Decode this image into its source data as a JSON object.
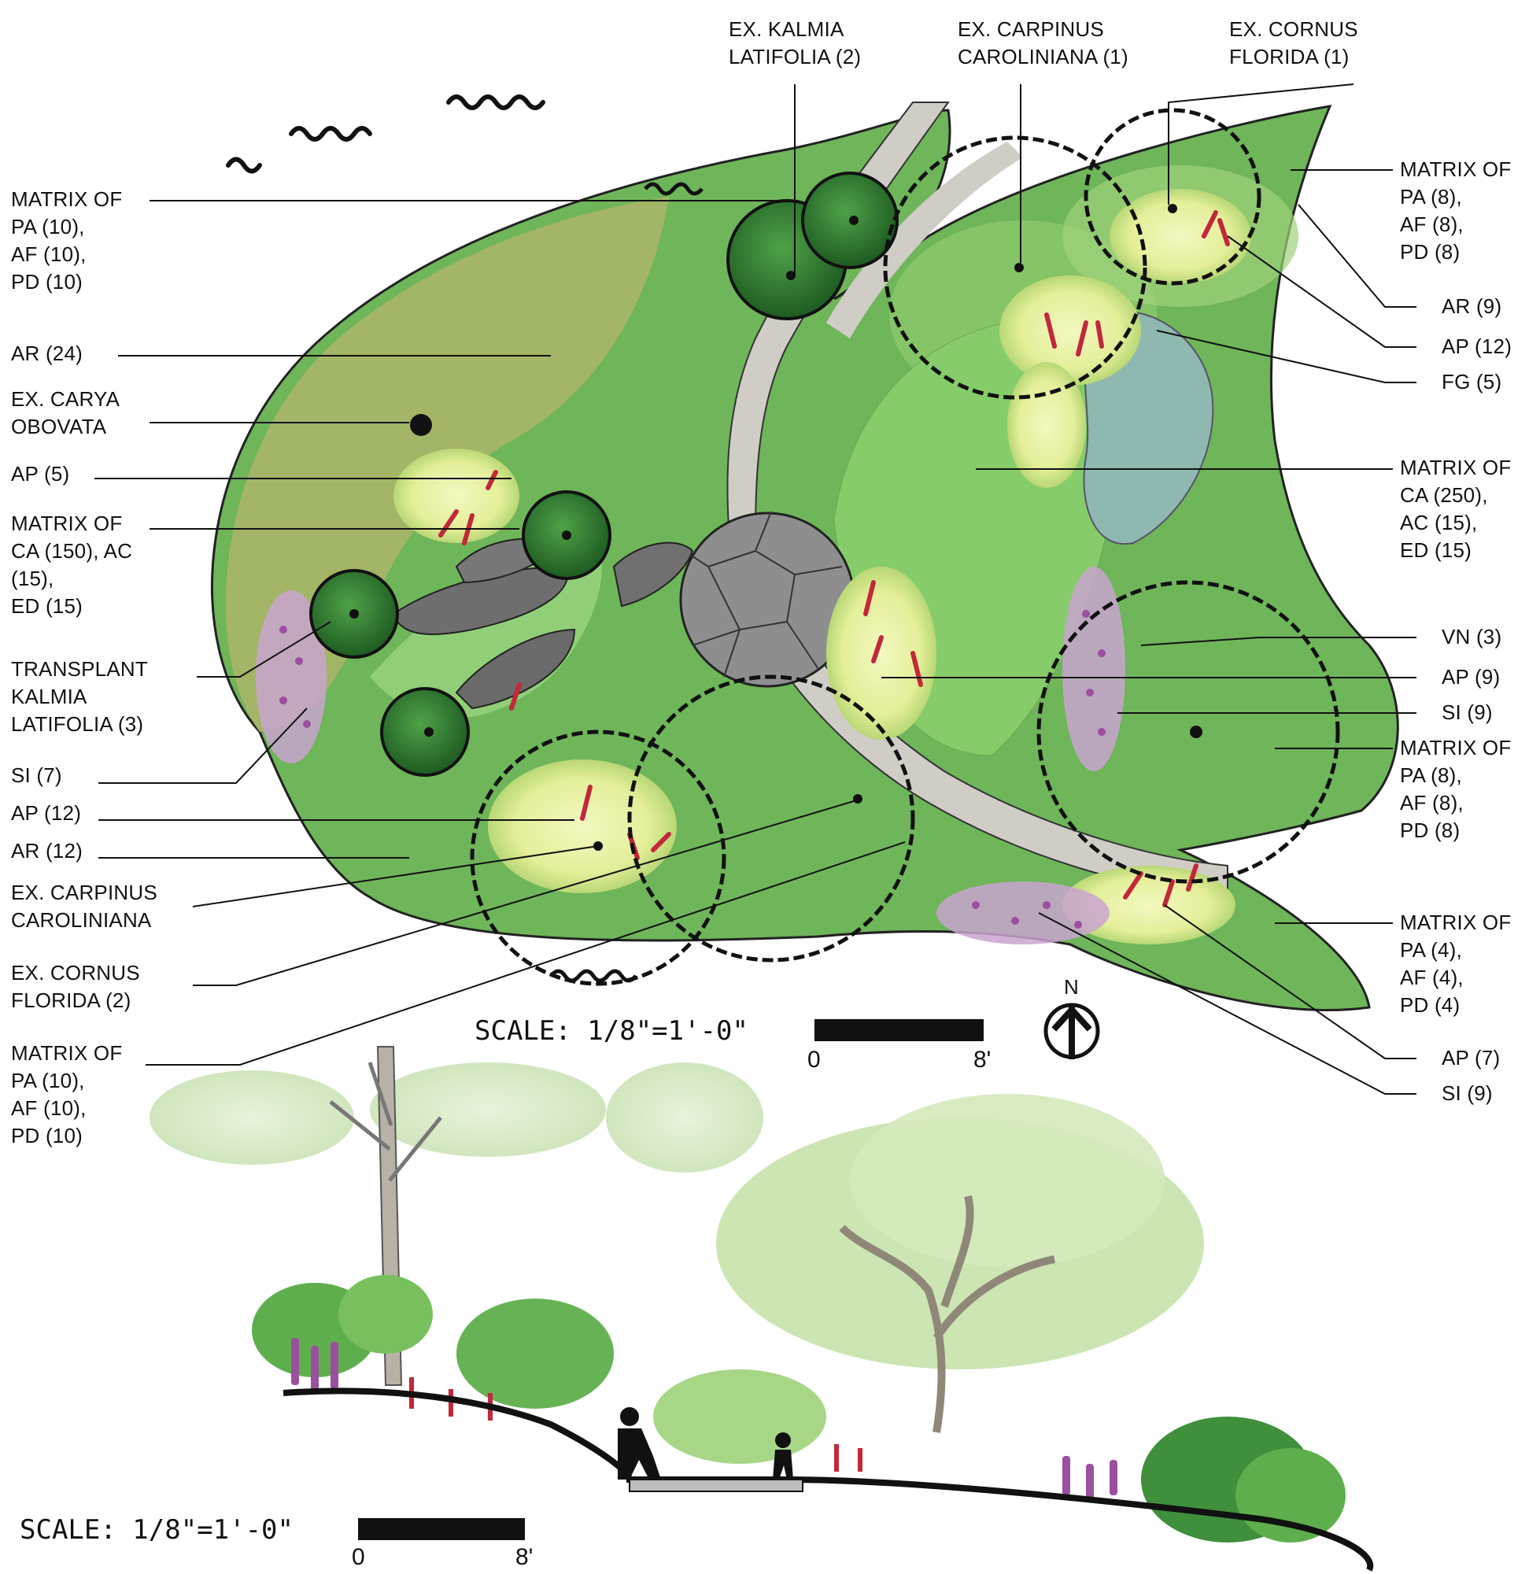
{
  "colors": {
    "ink": "#111111",
    "pale_green": "#cfe6a8",
    "light_green": "#9fd27a",
    "mid_green": "#5fae4e",
    "dark_green": "#2f7d32",
    "deep_green": "#1f5a24",
    "olive": "#a8b564",
    "lawn": "#86cc6a",
    "path": "#cfcdc6",
    "stone": "#8e8e8e",
    "water": "#8fb8b0",
    "purple": "#9b4f9e",
    "red": "#c2283a",
    "yellow_green": "#e4ef9a"
  },
  "labels_left": [
    {
      "text": "MATRIX OF\nPA (10),\nAF (10),\nPD (10)"
    },
    {
      "text": "AR (24)"
    },
    {
      "text": "EX. CARYA\nOBOVATA"
    },
    {
      "text": "AP (5)"
    },
    {
      "text": "MATRIX OF\nCA (150), AC\n(15),\nED (15)"
    },
    {
      "text": "TRANSPLANT\nKALMIA\nLATIFOLIA (3)"
    },
    {
      "text": "SI (7)"
    },
    {
      "text": "AP (12)"
    },
    {
      "text": "AR (12)"
    },
    {
      "text": "EX. CARPINUS\nCAROLINIANA"
    },
    {
      "text": "EX. CORNUS\nFLORIDA (2)"
    },
    {
      "text": "MATRIX OF\nPA (10),\nAF (10),\nPD (10)"
    }
  ],
  "labels_top": [
    {
      "text": "EX. KALMIA\nLATIFOLIA (2)"
    },
    {
      "text": "EX. CARPINUS\nCAROLINIANA (1)"
    },
    {
      "text": "EX. CORNUS\nFLORIDA (1)"
    }
  ],
  "labels_right": [
    {
      "text": "MATRIX OF\nPA (8),\nAF (8),\nPD (8)"
    },
    {
      "text": "AR (9)"
    },
    {
      "text": "AP (12)"
    },
    {
      "text": "FG (5)"
    },
    {
      "text": "MATRIX OF\nCA (250),\nAC (15),\nED (15)"
    },
    {
      "text": "VN (3)"
    },
    {
      "text": "AP (9)"
    },
    {
      "text": "SI (9)"
    },
    {
      "text": "MATRIX OF\nPA (8),\nAF (8),\nPD (8)"
    },
    {
      "text": "MATRIX OF\nPA (4),\nAF (4),\nPD (4)"
    },
    {
      "text": "AP (7)"
    },
    {
      "text": "SI (9)"
    }
  ],
  "plan_scale": {
    "text": "SCALE: 1/8\"=1'-0\"",
    "start": "0",
    "end": "8'"
  },
  "section_scale": {
    "text": "SCALE: 1/8\"=1'-0\"",
    "start": "0",
    "end": "8'"
  },
  "north": {
    "letter": "N"
  }
}
